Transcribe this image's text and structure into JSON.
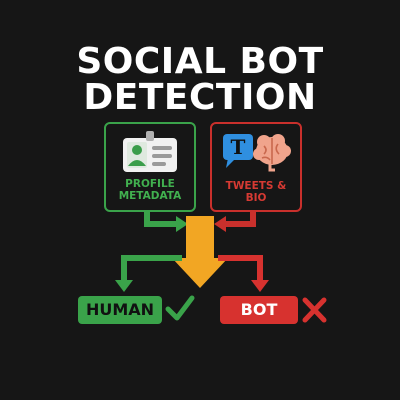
{
  "title": {
    "line1": "SOCIAL BOT",
    "line2": "DETECTION"
  },
  "inputs": {
    "profile": {
      "label": "PROFILE\nMETADATA",
      "icon": "id-badge-icon"
    },
    "tweets": {
      "label": "TWEETS &\nBIO",
      "icons": [
        "speech-bubble-icon",
        "brain-icon"
      ]
    }
  },
  "outputs": {
    "human": {
      "label": "HUMAN",
      "icon": "checkmark-icon"
    },
    "bot": {
      "label": "BOT",
      "icon": "x-mark-icon"
    }
  },
  "colors": {
    "background": "#161616",
    "green": "#3aa34a",
    "red": "#d7322f",
    "orange": "#f2a623",
    "blue": "#2f8fe0",
    "brain": "#f0a48c"
  }
}
